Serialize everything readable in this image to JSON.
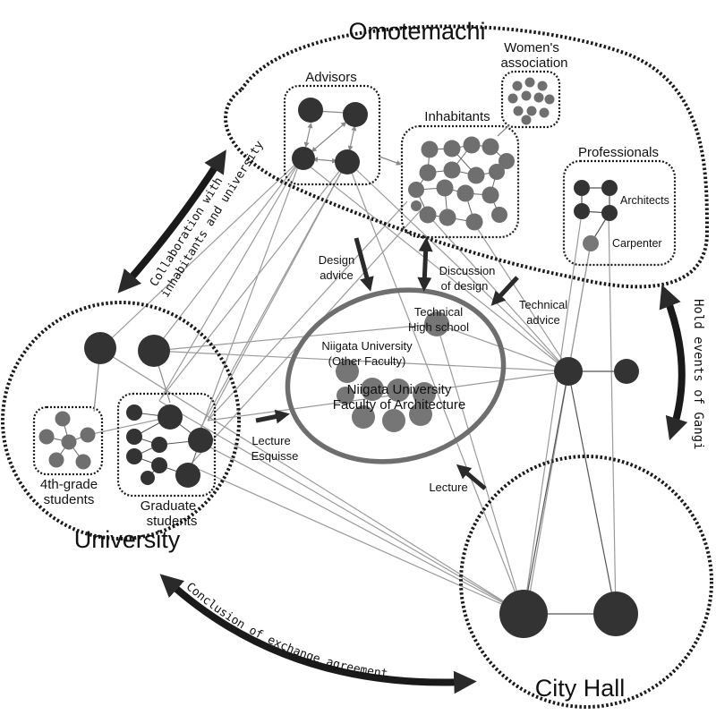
{
  "groups": {
    "omotemachi": "Omotemachi",
    "university": "University",
    "city_hall": "City Hall"
  },
  "subgroups": {
    "advisors": "Advisors",
    "womens_association": [
      "Women's",
      "association"
    ],
    "inhabitants": "Inhabitants",
    "professionals": "Professionals",
    "architects": "Architects",
    "carpenter": "Carpenter",
    "fourth_grade": [
      "4th-grade",
      "students"
    ],
    "graduate": [
      "Graduate",
      "students"
    ]
  },
  "center": {
    "technical_high_school": [
      "Technical",
      "High school"
    ],
    "niigata_other": [
      "Niigata University",
      "(Other Faculty)"
    ],
    "faculty_arch": [
      "Niigata University",
      "Faculty of Architecture"
    ]
  },
  "flows": {
    "design_advice": [
      "Design",
      "advice"
    ],
    "discussion": [
      "Discussion",
      "of design"
    ],
    "technical_advice": [
      "Technical",
      "advice"
    ],
    "lecture_esquisse": [
      "Lecture",
      "Esquisse"
    ],
    "lecture": "Lecture"
  },
  "relations": {
    "collaboration": [
      "Collaboration with",
      "inhabitants and university"
    ],
    "hold_events": "Hold events of Gangi",
    "exchange": "Conclusion of exchange agreement"
  },
  "colors": {
    "dark_node": "#333333",
    "gray_node": "#7a7a7a",
    "center_node": "#767676",
    "center_ring": "#6e6e6e",
    "link": "#9a9a9a",
    "arrow": "#2a2a2a"
  }
}
